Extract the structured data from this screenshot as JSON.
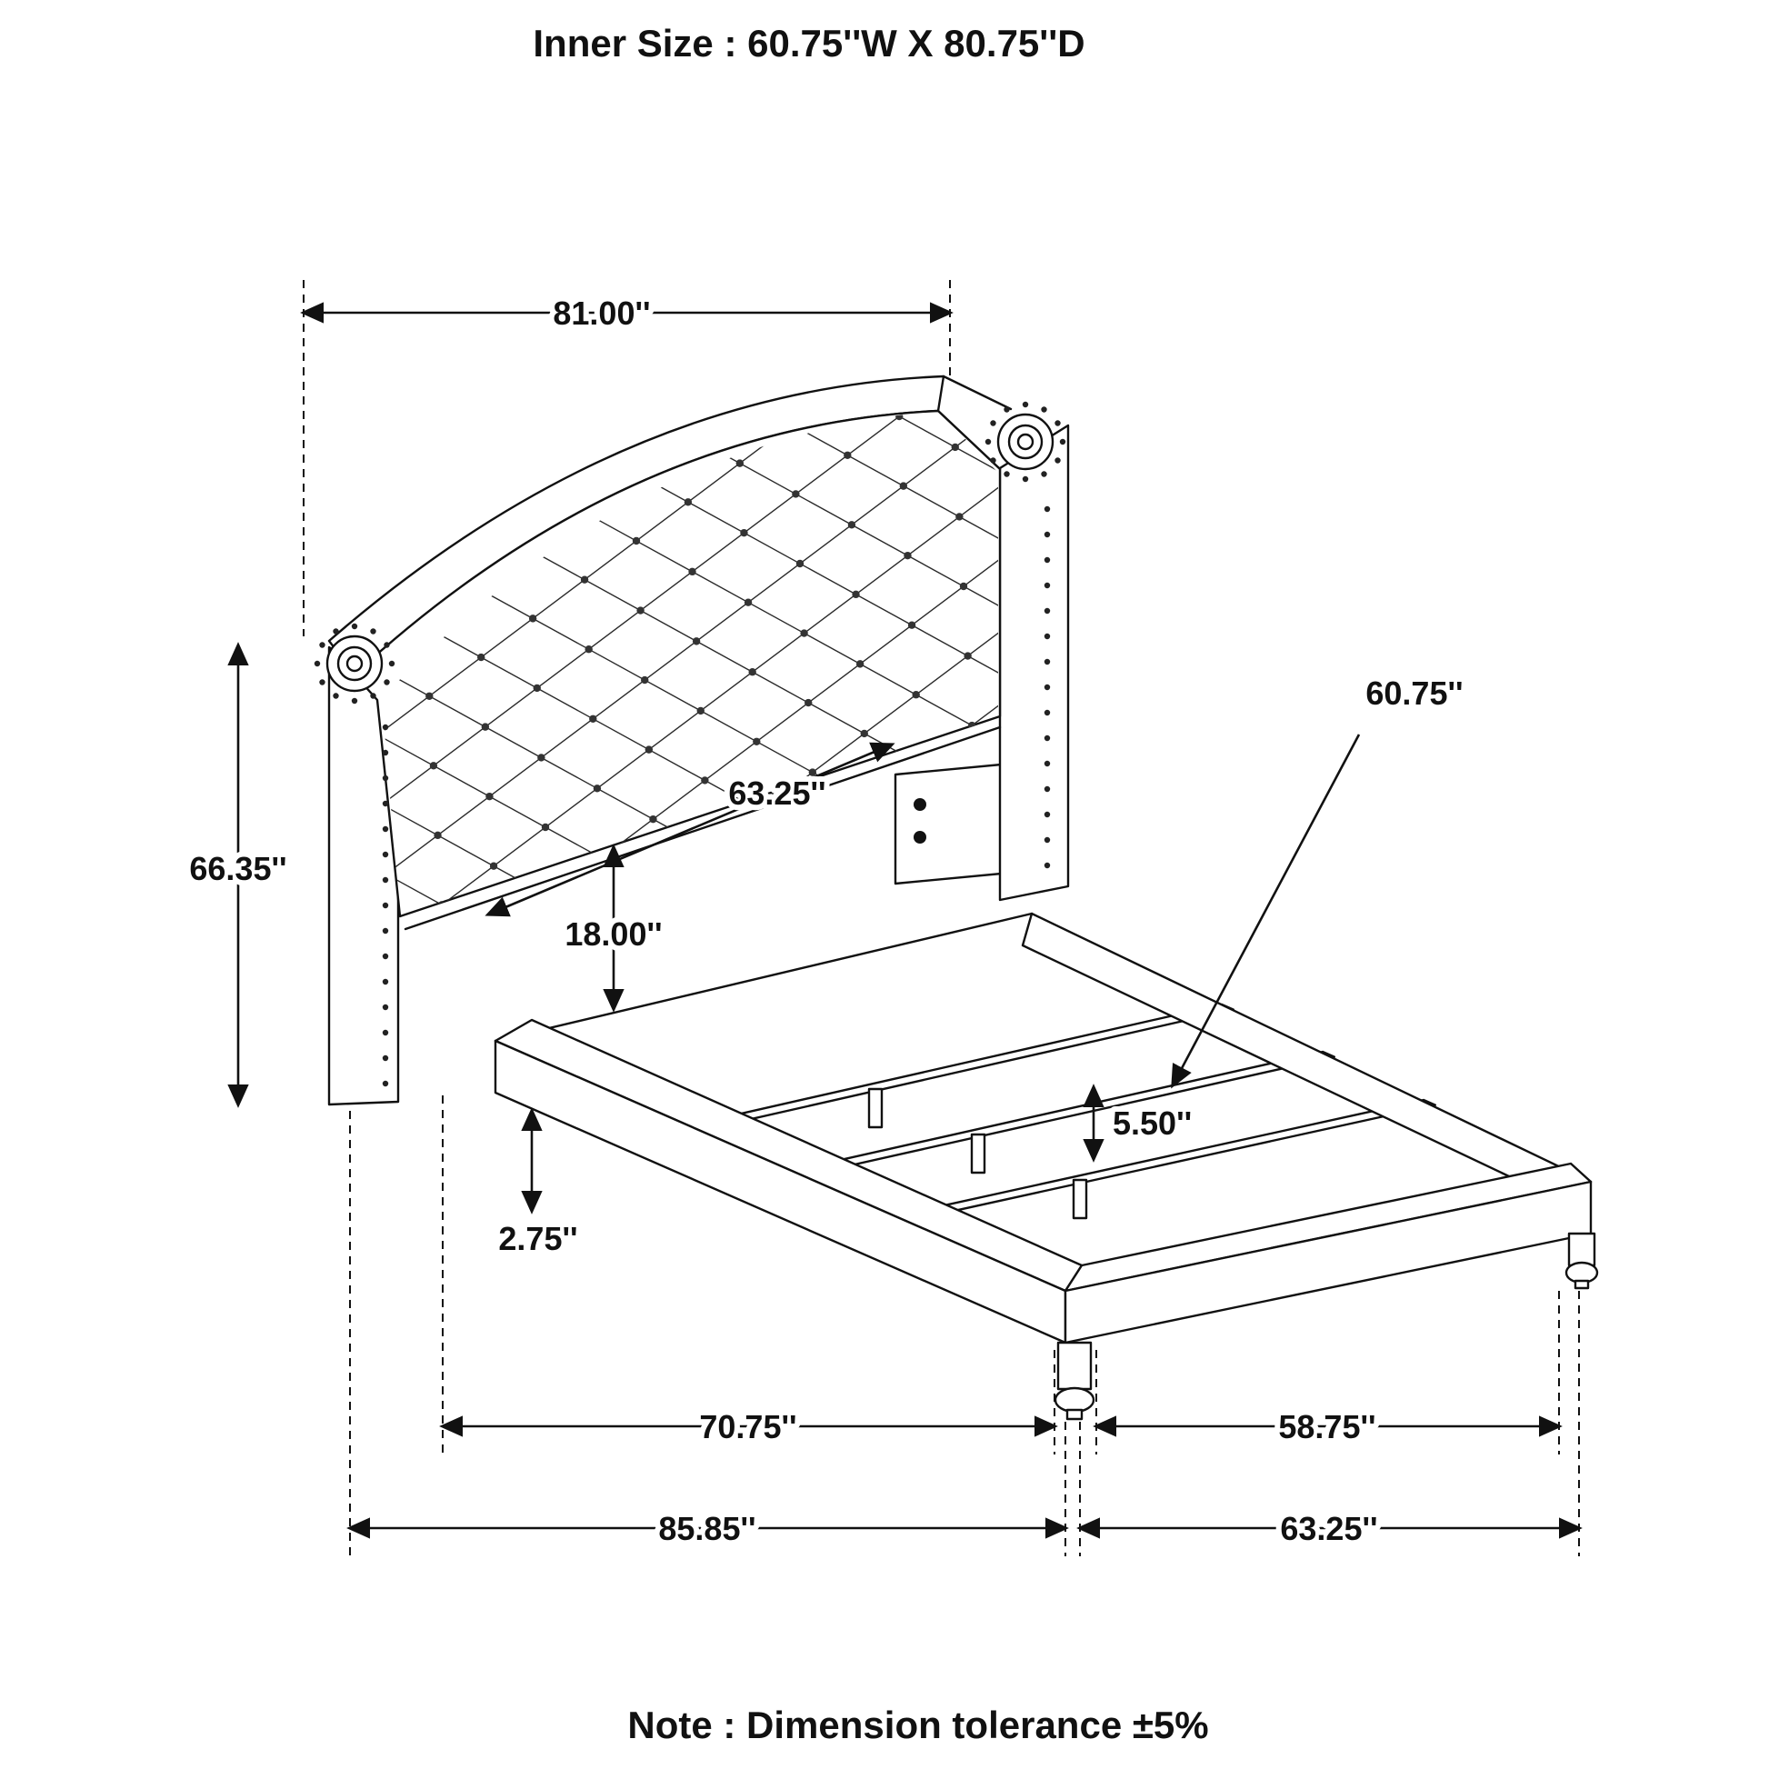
{
  "header": {
    "title": "Inner Size : 60.75''W X 80.75''D"
  },
  "footer": {
    "note": "Note : Dimension tolerance ±5%"
  },
  "dims": {
    "headboard_width": "81.00''",
    "headboard_height": "66.35''",
    "headboard_panel_width": "63.25''",
    "headboard_clearance": "18.00''",
    "slat_length": "60.75''",
    "slat_height": "5.50''",
    "frame_clearance": "2.75''",
    "rail_length": "70.75''",
    "foot_inner_width": "58.75''",
    "overall_depth": "85.85''",
    "overall_width": "63.25''"
  },
  "colors": {
    "line": "#111111",
    "background": "#ffffff"
  }
}
